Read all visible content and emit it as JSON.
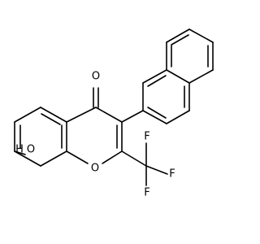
{
  "diagram": {
    "type": "chemical-structure",
    "atom_labels": {
      "carbonyl_oxygen": "O",
      "hydroxyl_oxygen": "O",
      "hydroxyl_hydrogen": "H",
      "ring_oxygen": "O",
      "fluorine_top": "F",
      "fluorine_right": "F",
      "fluorine_bottom": "F"
    },
    "colors": {
      "bond": "#000000",
      "text": "#000000",
      "background": "#ffffff"
    }
  }
}
